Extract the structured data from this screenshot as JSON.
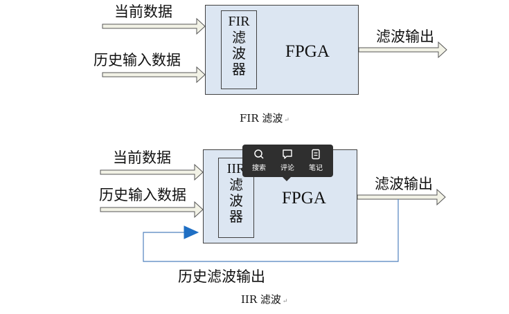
{
  "fir": {
    "input_current": "当前数据",
    "input_history": "历史输入数据",
    "inner_label": [
      "FIR",
      "滤",
      "波",
      "器"
    ],
    "fpga": "FPGA",
    "output": "滤波输出",
    "caption": "FIR 滤波"
  },
  "iir": {
    "input_current": "当前数据",
    "input_history": "历史输入数据",
    "inner_label": [
      "IIR",
      "滤",
      "波",
      "器"
    ],
    "fpga": "FPGA",
    "output": "滤波输出",
    "feedback": "历史滤波输出",
    "caption": "IIR 滤波"
  },
  "tooltip": {
    "search": "搜索",
    "comment": "评论",
    "note": "笔记"
  },
  "colors": {
    "box_fill": "#dce6f2",
    "box_border": "#404040",
    "arrow_fill": "#f2f2e6",
    "feedback_line": "#4f81bd",
    "feedback_arrow": "#1f6fc4",
    "tooltip_bg": "#2f2f2f"
  },
  "icons": [
    "search-icon",
    "comment-icon",
    "note-icon"
  ]
}
